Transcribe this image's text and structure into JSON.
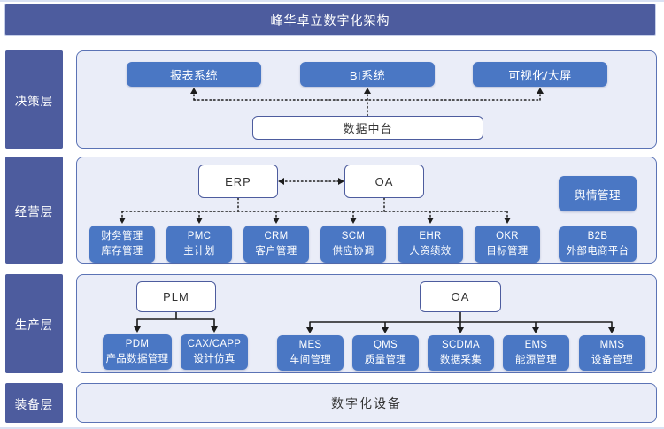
{
  "title": "峰华卓立数字化架构",
  "colors": {
    "indigo": "#4d5c9e",
    "panel_bg": "#eaedf8",
    "panel_border": "#5b73b5",
    "box_blue": "#4a77c4",
    "connector": "#1c1c1c"
  },
  "layers": {
    "decision": {
      "label": "决策层",
      "systems": {
        "report": "报表系统",
        "bi": "BI系统",
        "visualization": "可视化/大屏",
        "data_platform": "数据中台"
      }
    },
    "operation": {
      "label": "经营层",
      "hubs": {
        "erp": "ERP",
        "oa": "OA"
      },
      "side": {
        "sentiment": "舆情管理",
        "b2b_code": "B2B",
        "b2b_name": "外部电商平台"
      },
      "modules": [
        {
          "line1": "财务管理",
          "line2": "库存管理"
        },
        {
          "line1": "PMC",
          "line2": "主计划"
        },
        {
          "line1": "CRM",
          "line2": "客户管理"
        },
        {
          "line1": "SCM",
          "line2": "供应协调"
        },
        {
          "line1": "EHR",
          "line2": "人资绩效"
        },
        {
          "line1": "OKR",
          "line2": "目标管理"
        }
      ]
    },
    "production": {
      "label": "生产层",
      "hubs": {
        "plm": "PLM",
        "oa": "OA"
      },
      "plm_modules": [
        {
          "line1": "PDM",
          "line2": "产品数据管理"
        },
        {
          "line1": "CAX/CAPP",
          "line2": "设计仿真"
        }
      ],
      "oa_modules": [
        {
          "line1": "MES",
          "line2": "车间管理"
        },
        {
          "line1": "QMS",
          "line2": "质量管理"
        },
        {
          "line1": "SCDMA",
          "line2": "数据采集"
        },
        {
          "line1": "EMS",
          "line2": "能源管理"
        },
        {
          "line1": "MMS",
          "line2": "设备管理"
        }
      ]
    },
    "equipment": {
      "label": "装备层",
      "systems": {
        "digital_equipment": "数字化设备"
      }
    }
  }
}
